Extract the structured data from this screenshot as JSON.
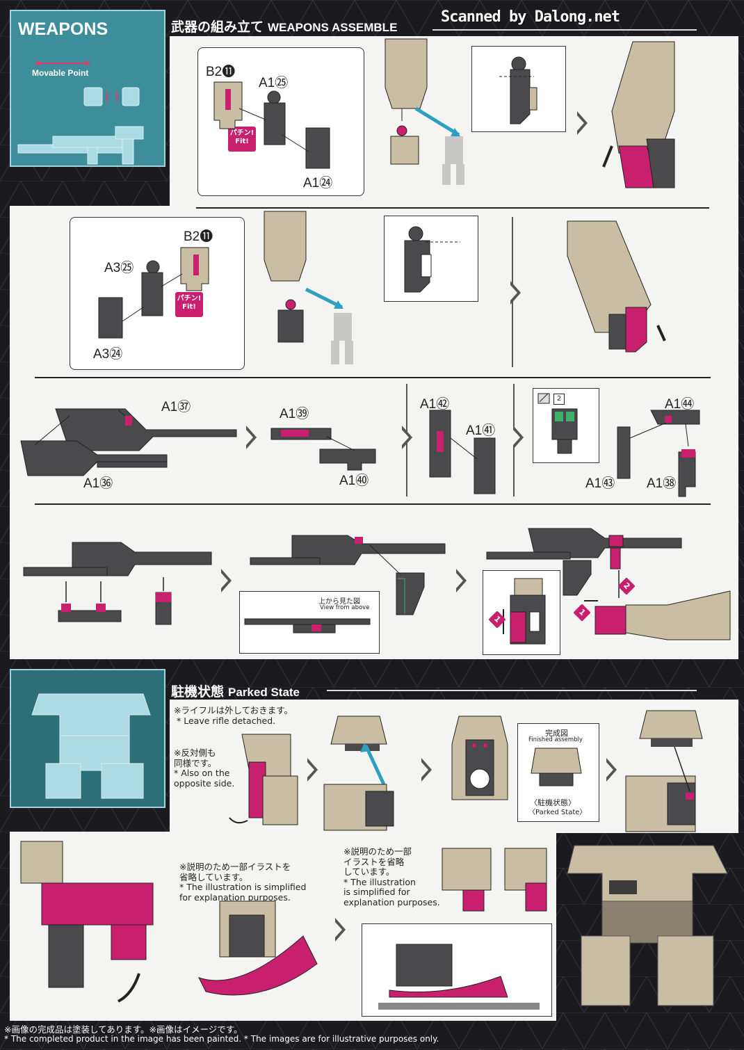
{
  "watermark": "Scanned by Dalong.net",
  "weapons": {
    "banner_title": "WEAPONS",
    "banner_subtitle": "Movable Point",
    "section_title_jp": "武器の組み立て",
    "section_title_en": "WEAPONS ASSEMBLE",
    "row1": {
      "parts": [
        "B2⓫",
        "A1㉕",
        "A1㉔"
      ],
      "fit_label": "パチン!\nFit!"
    },
    "row2": {
      "parts": [
        "B2⓫",
        "A3㉕",
        "A3㉔"
      ],
      "fit_label": "パチン!\nFit!"
    },
    "row3": {
      "parts": [
        "A1㊲",
        "A1㊱",
        "A1㊴",
        "A1㊵",
        "A1㊷",
        "A1㊶",
        "A1㊹",
        "A1㊸",
        "A1㊳"
      ],
      "detail_number": "2"
    },
    "row4": {
      "view_jp": "上から見た図",
      "view_en": "View from above",
      "steps": [
        "1",
        "2"
      ]
    }
  },
  "parked": {
    "section_title_jp": "駐機状態",
    "section_title_en": "Parked State",
    "note1_jp": "※ライフルは外しておきます。",
    "note1_en": "* Leave rifle detached.",
    "note2": "※反対側も\n  同様です。\n* Also on the\n  opposite side.",
    "finished_jp": "完成図",
    "finished_en": "Finished assembly",
    "state_jp": "〈駐機状態〉",
    "state_en": "〈Parked State〉",
    "note3": "※説明のため一部イラストを\n  省略しています。\n* The illustration is simplified\n  for explanation purposes.",
    "note4": "※説明のため一部\n  イラストを省略\n  しています。\n* The illustration\n  is simplified for\n  explanation purposes."
  },
  "footer": {
    "line_jp": "※画像の完成品は塗装してあります。※画像はイメージです。",
    "line_en": "* The completed product in the image has been painted. * The images are for illustrative purposes only."
  },
  "colors": {
    "teal": "#3d8e9a",
    "magenta": "#c8206f",
    "dark_gray": "#4a4a4c",
    "tan": "#c9bea3",
    "background": "#1b1b1f"
  }
}
